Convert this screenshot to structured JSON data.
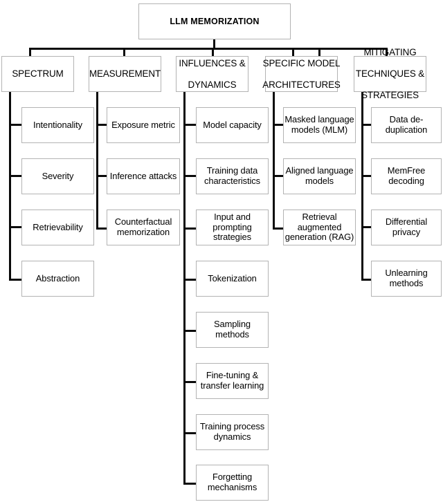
{
  "diagram": {
    "title": "LLM  MEMORIZATION",
    "type": "hierarchy-tree",
    "branch_count": 5,
    "branches": [
      {
        "header": "SPECTRUM",
        "items": [
          "Intentionality",
          "Severity",
          "Retrievability",
          "Abstraction"
        ]
      },
      {
        "header": "MEASUREMENT",
        "items": [
          "Exposure metric",
          "Inference attacks",
          "Counterfactual memorization"
        ]
      },
      {
        "header": "INFLUENCES & DYNAMICS",
        "header_lines": [
          "INFLUENCES &",
          "DYNAMICS"
        ],
        "items": [
          "Model capacity",
          "Training data characteristics",
          "Input and prompting strategies",
          "Tokenization",
          "Sampling methods",
          "Fine-tuning & transfer learning",
          "Training process dynamics",
          "Forgetting mechanisms"
        ]
      },
      {
        "header": "SPECIFIC MODEL ARCHITECTURES",
        "header_lines": [
          "SPECIFIC MODEL",
          "ARCHITECTURES"
        ],
        "items": [
          "Masked language models (MLM)",
          "Aligned language models",
          "Retrieval augmented generation (RAG)"
        ]
      },
      {
        "header": "MITIGATING TECHNIQUES & STRATEGIES",
        "header_lines": [
          "MITIGATING",
          "TECHNIQUES &",
          "STRATEGIES"
        ],
        "items": [
          "Data de-duplication",
          "MemFree decoding",
          "Differential privacy",
          "Unlearning methods"
        ]
      }
    ]
  },
  "style": {
    "box_border_color": "#b3b3b3",
    "connector_color": "#0a0a0a",
    "background": "#ffffff"
  }
}
